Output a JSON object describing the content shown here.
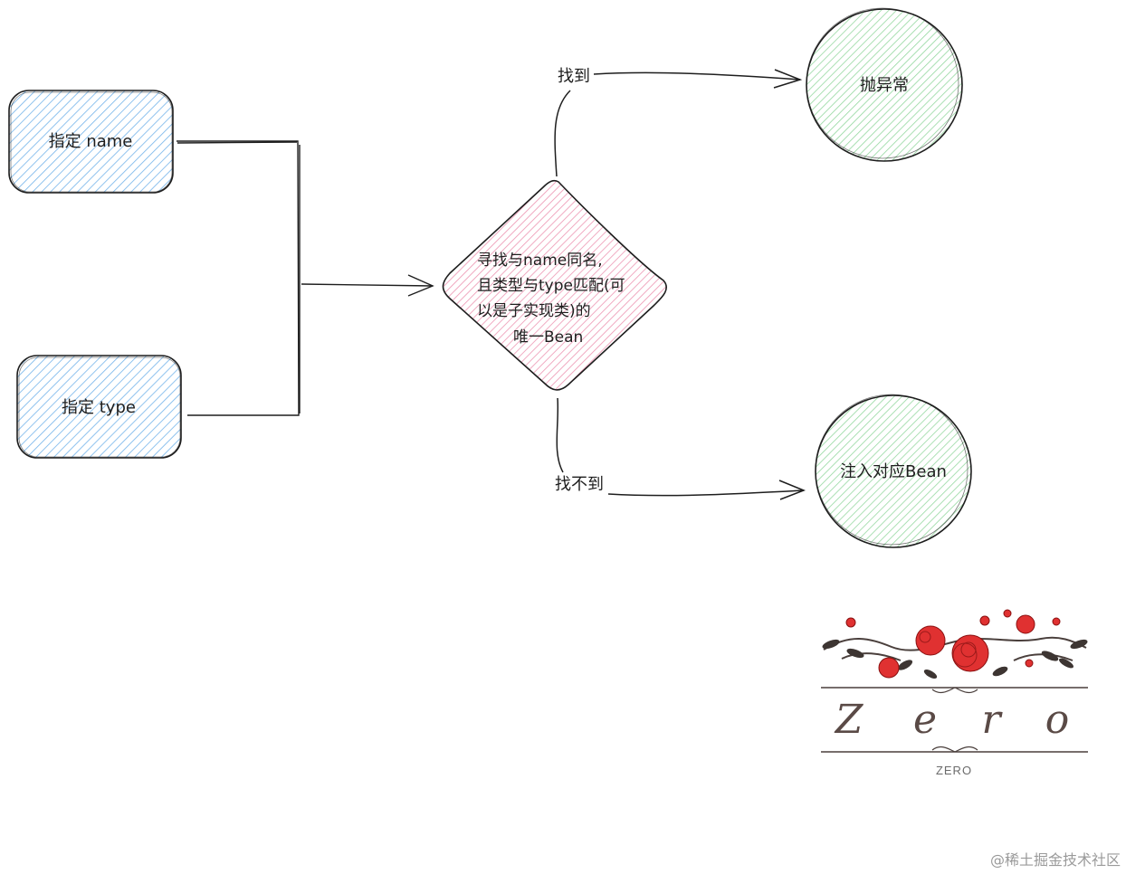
{
  "nodes": {
    "name_box": {
      "label": "指定 name",
      "fill": "#a5d8ff",
      "stroke": "#1971c2"
    },
    "type_box": {
      "label": "指定 type",
      "fill": "#a5d8ff",
      "stroke": "#1971c2"
    },
    "decision": {
      "lines": [
        "寻找与name同名,",
        "且类型与type匹配(可",
        "以是子实现类)的",
        "唯一Bean"
      ],
      "fill": "#fcc2d7",
      "stroke": "#c2255c"
    },
    "throw_circle": {
      "label": "抛异常",
      "fill": "#b2f2bb",
      "stroke": "#2f9e44"
    },
    "inject_circle": {
      "label": "注入对应Bean",
      "fill": "#b2f2bb",
      "stroke": "#2f9e44"
    }
  },
  "edges": {
    "found": "找到",
    "not_found": "找不到"
  },
  "logo": {
    "letters": [
      "Z",
      "e",
      "r",
      "o"
    ],
    "caption": "ZERO",
    "rose_color": "#e03131"
  },
  "watermark": "@稀土掘金技术社区"
}
